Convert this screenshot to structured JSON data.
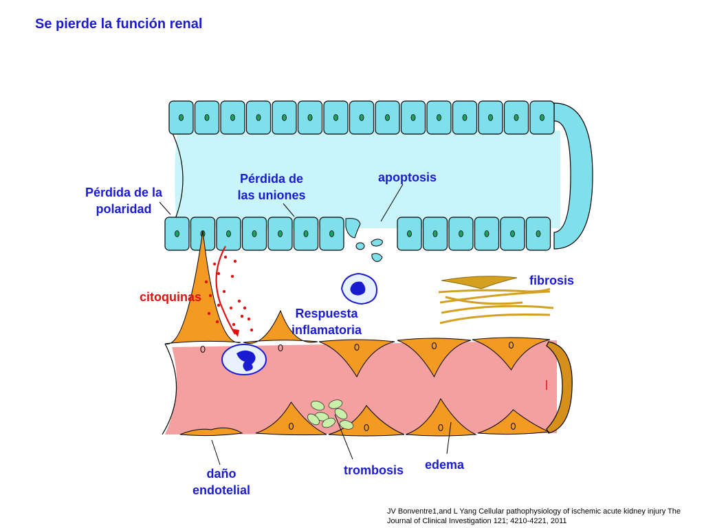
{
  "title": "Se pierde la función renal",
  "labels": {
    "perdida_polaridad": [
      "Pérdida de la",
      "polaridad"
    ],
    "perdida_uniones": [
      "Pérdida de",
      "las uniones"
    ],
    "apoptosis": "apoptosis",
    "fibrosis": "fibrosis",
    "citoquinas": "citoquinas",
    "respuesta_inflamatoria": [
      "Respuesta",
      "inflamatoria"
    ],
    "dano_endotelial": [
      "daño",
      "endotelial"
    ],
    "trombosis": "trombosis",
    "edema": "edema"
  },
  "citation": [
    "JV Bonventre1,and L Yang Cellular pathophysiology  of ischemic acute kidney injury The",
    "Journal of Clinical Investigation 121; 4210-4221, 2011"
  ],
  "colors": {
    "title": "#1a1ad0",
    "label_blue": "#1a1ad0",
    "label_red": "#e01010",
    "tubule_cell": "#7fe0ec",
    "tubule_lumen": "#c8f4fa",
    "vessel_lumen": "#f4a0a0",
    "endothelial_cell": "#f29a22",
    "platelet": "#c8f0a8",
    "fibrosis": "#d4a020"
  }
}
